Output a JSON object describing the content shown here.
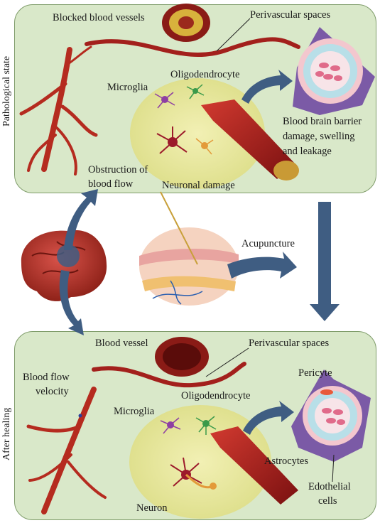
{
  "pathological": {
    "side_label": "Pathological state",
    "blocked_vessels": "Blocked blood vessels",
    "perivascular": "Perivascular spaces",
    "microglia": "Microglia",
    "oligodendrocyte": "Oligodendrocyte",
    "bbb_line1": "Blood brain barrier",
    "bbb_line2": "damage, swelling",
    "bbb_line3": "and leakage",
    "obstruction_line1": "Obstruction of",
    "obstruction_line2": "blood flow",
    "neuronal_damage": "Neuronal damage"
  },
  "middle": {
    "acupuncture": "Acupuncture"
  },
  "healing": {
    "side_label": "After healing",
    "blood_vessel": "Blood vessel",
    "perivascular": "Perivascular spaces",
    "flow_line1": "Blood flow",
    "flow_line2": "velocity",
    "oligodendrocyte": "Oligodendrocyte",
    "pericyte": "Pericyte",
    "microglia": "Microglia",
    "astrocytes": "Astrocytes",
    "endothelial_line1": "Edothelial",
    "endothelial_line2": "cells",
    "neuron": "Neuron"
  },
  "colors": {
    "panel": "#d9e8c9",
    "vessel": "#a3201c",
    "arrow": "#3f5d82",
    "cell_zone": "#eae8a0",
    "astrocyte": "#7b5aa6"
  }
}
